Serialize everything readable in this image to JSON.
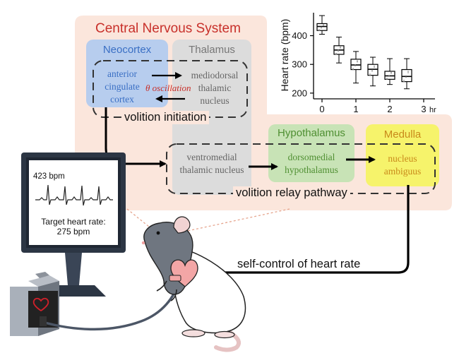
{
  "cns": {
    "title": "Central Nervous System",
    "regions": {
      "neocortex": "Neocortex",
      "thalamus": "Thalamus",
      "hypothalamus": "Hypothalamus",
      "medulla": "Medulla"
    },
    "nuclei": {
      "acc": [
        "anterior",
        "cingulate",
        "cortex"
      ],
      "md_thalamic": [
        "mediodorsal",
        "thalamic",
        "nucleus"
      ],
      "vm_thalamic": [
        "ventromedial",
        "thalamic nucleus"
      ],
      "dm_hypothalamus": [
        "dorsomedial",
        "hypothalamus"
      ],
      "nucleus_ambiguus": [
        "nucleus",
        "ambiguus"
      ]
    },
    "theta_label": "θ oscillation",
    "volition_initiation": "volition initiation",
    "volition_relay": "volition relay pathway"
  },
  "self_control_label": "self-control of heart rate",
  "monitor": {
    "bpm": "423 bpm",
    "target_line1": "Target heart rate:",
    "target_line2": "275 bpm"
  },
  "chart_data": {
    "type": "boxplot",
    "ylabel": "Heart rate (bpm)",
    "x_ticks": [
      "0",
      "1",
      "2",
      "3"
    ],
    "x_unit": "hr",
    "y_ticks": [
      200,
      300,
      400
    ],
    "ylim": [
      180,
      480
    ],
    "boxes": [
      {
        "x": 0,
        "whisker_low": 405,
        "q1": 418,
        "median": 432,
        "q3": 442,
        "whisker_high": 470
      },
      {
        "x": 0.5,
        "whisker_low": 305,
        "q1": 335,
        "median": 350,
        "q3": 365,
        "whisker_high": 395
      },
      {
        "x": 1,
        "whisker_low": 235,
        "q1": 282,
        "median": 298,
        "q3": 318,
        "whisker_high": 345
      },
      {
        "x": 1.5,
        "whisker_low": 225,
        "q1": 262,
        "median": 283,
        "q3": 300,
        "whisker_high": 325
      },
      {
        "x": 2,
        "whisker_low": 230,
        "q1": 248,
        "median": 260,
        "q3": 276,
        "whisker_high": 320
      },
      {
        "x": 2.5,
        "whisker_low": 215,
        "q1": 240,
        "median": 258,
        "q3": 282,
        "whisker_high": 320
      }
    ]
  },
  "colors": {
    "cns_bg": "#fbe6dc",
    "neocortex": "#b7cdee",
    "thalamus": "#dcdcdc",
    "hypothalamus": "#c8e3b6",
    "medulla": "#f6f36b",
    "title_red": "#c8302a",
    "blue_text": "#3a6fc4",
    "green_text": "#4f8f32",
    "orange_text": "#c98a1a",
    "theta_red": "#c8302a"
  }
}
